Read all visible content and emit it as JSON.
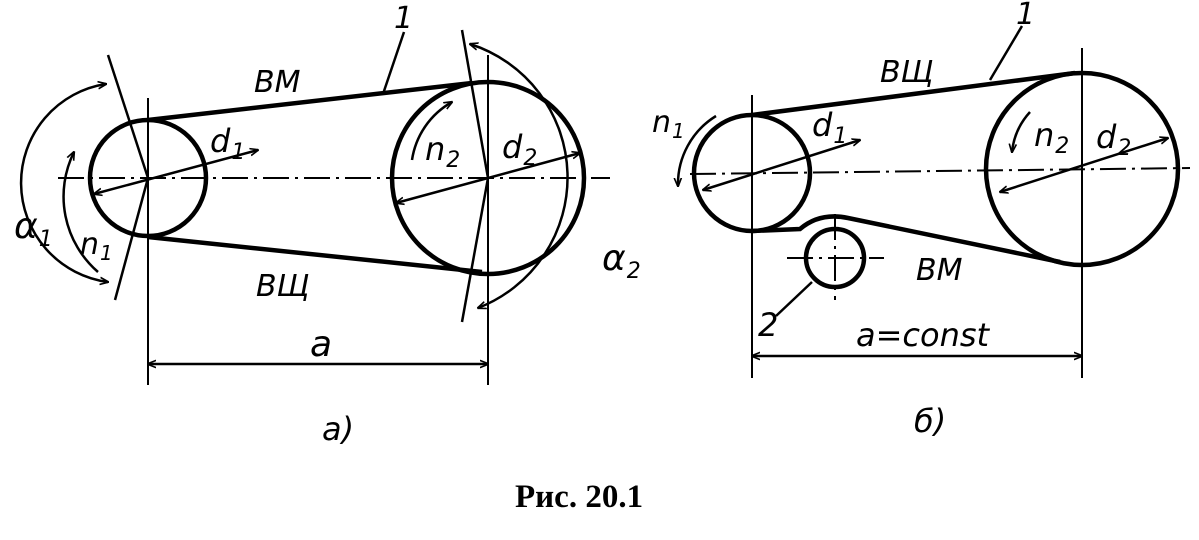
{
  "figure_a": {
    "label_belt": "1",
    "label_top_branch": "ВМ",
    "label_bottom_branch": "ВЩ",
    "label_d1": "d",
    "label_d1_sub": "1",
    "label_d2": "d",
    "label_d2_sub": "2",
    "label_n1": "n",
    "label_n1_sub": "1",
    "label_n2": "n",
    "label_n2_sub": "2",
    "label_alpha1": "α",
    "label_alpha1_sub": "1",
    "label_alpha2": "α",
    "label_alpha2_sub": "2",
    "label_distance": "a",
    "caption": "а)"
  },
  "figure_b": {
    "label_belt": "1",
    "label_top_branch": "ВЩ",
    "label_bottom_branch": "ВМ",
    "label_d1": "d",
    "label_d1_sub": "1",
    "label_d2": "d",
    "label_d2_sub": "2",
    "label_n1": "n",
    "label_n1_sub": "1",
    "label_n2": "n",
    "label_n2_sub": "2",
    "label_idler": "2",
    "label_distance": "a=const",
    "caption": "б)"
  },
  "figure_caption": "Рис. 20.1"
}
